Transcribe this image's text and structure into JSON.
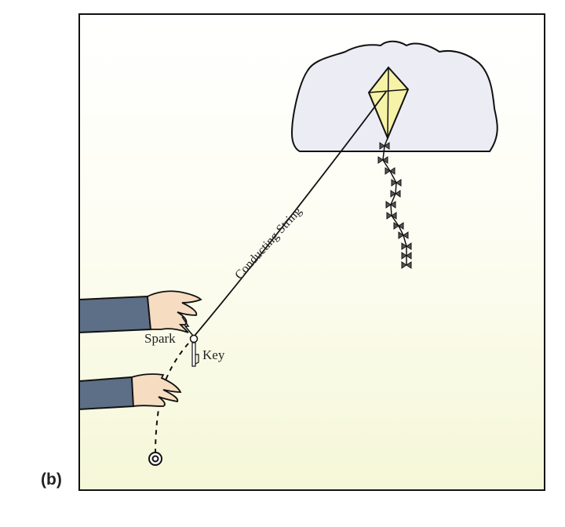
{
  "figure": {
    "panel_label": "(b)",
    "labels": {
      "string": "Conducting String",
      "spark": "Spark",
      "key": "Key"
    },
    "colors": {
      "cloud": "#ececf4",
      "kite": "#f6f2a8",
      "sleeve": "#5d6f86",
      "hand": "#f6dcc0",
      "background_bottom": "#f5f7d8"
    }
  }
}
